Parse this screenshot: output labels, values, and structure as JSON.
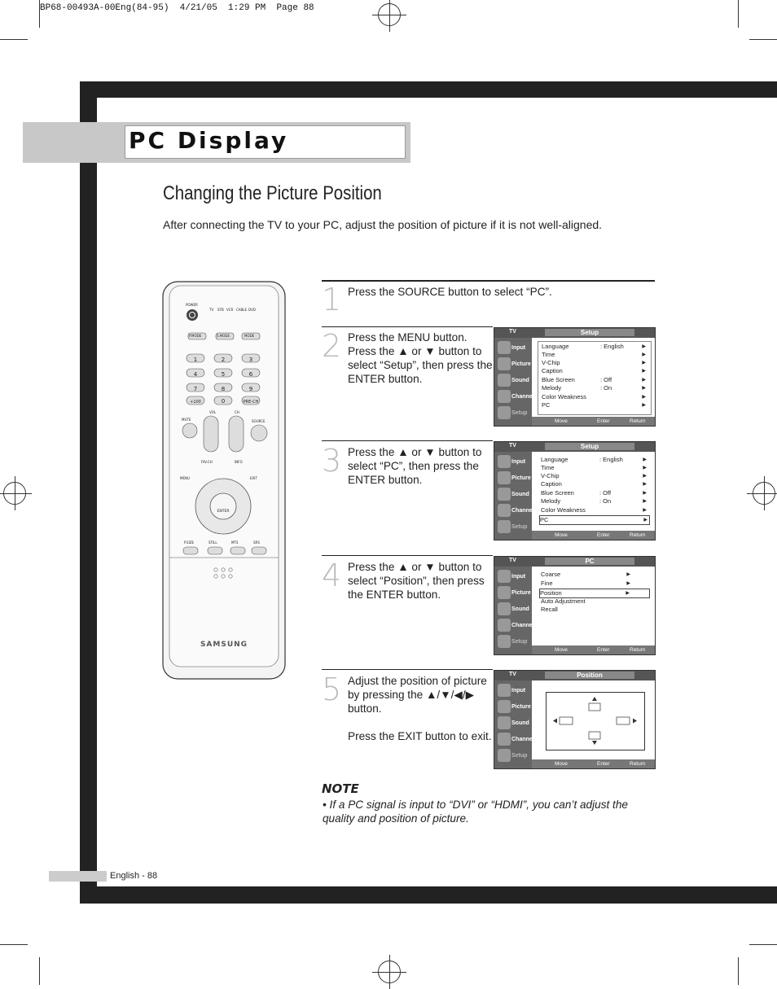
{
  "slug": "BP68-00493A-00Eng(84-95)  4/21/05  1:29 PM  Page 88",
  "page_title": "PC Display",
  "section_title": "Changing the Picture Position",
  "intro": "After connecting the TV to your PC, adjust the position of picture if it is not well-aligned.",
  "remote": {
    "brand": "SAMSUNG",
    "labels": [
      "POWER",
      "TV",
      "STB",
      "VCR",
      "CABLE",
      "DVD",
      "P.MODE",
      "S.MODE",
      "MODE",
      "1",
      "2",
      "3",
      "4",
      "5",
      "6",
      "7",
      "8",
      "9",
      "+100",
      "0",
      "PRE-CH",
      "MUTE",
      "VOL",
      "CH",
      "SOURCE",
      "FAV.CH",
      "INFO",
      "MENU",
      "EXIT",
      "ENTER",
      "P.SIZE",
      "STILL",
      "MTS",
      "SRS"
    ]
  },
  "steps": [
    {
      "num": "1",
      "text": "Press the SOURCE button to select “PC”."
    },
    {
      "num": "2",
      "text": "Press the MENU button. Press the ▲ or ▼ button to select “Setup”, then press the ENTER button."
    },
    {
      "num": "3",
      "text": "Press the ▲ or ▼ button to select “PC”, then press the ENTER button."
    },
    {
      "num": "4",
      "text": "Press the ▲ or ▼ button to select “Position”, then press the ENTER button."
    },
    {
      "num": "5",
      "text": "Adjust the position of picture by pressing the ▲/▼/◀/▶ button.",
      "text2": "Press the EXIT button to exit."
    }
  ],
  "osd_common": {
    "tv": "TV",
    "side": [
      "Input",
      "Picture",
      "Sound",
      "Channel",
      "Setup"
    ],
    "move": "Move",
    "enter": "Enter",
    "return": "Return"
  },
  "osd_setup": {
    "title": "Setup",
    "rows": [
      {
        "label": "Language",
        "value": ": English"
      },
      {
        "label": "Time",
        "value": ""
      },
      {
        "label": "V-Chip",
        "value": ""
      },
      {
        "label": "Caption",
        "value": ""
      },
      {
        "label": "Blue Screen",
        "value": ": Off"
      },
      {
        "label": "Melody",
        "value": ": On"
      },
      {
        "label": "Color Weakness",
        "value": ""
      },
      {
        "label": "PC",
        "value": ""
      }
    ]
  },
  "osd_pc": {
    "title": "PC",
    "rows": [
      {
        "label": "Coarse"
      },
      {
        "label": "Fine"
      },
      {
        "label": "Position"
      },
      {
        "label": "Auto Adjustment"
      },
      {
        "label": "Recall"
      }
    ]
  },
  "osd_position": {
    "title": "Position"
  },
  "note": {
    "heading": "NOTE",
    "text": "•  If a PC signal is input to “DVI” or “HDMI”, you can’t adjust the quality and position of picture."
  },
  "footer": "English - 88"
}
